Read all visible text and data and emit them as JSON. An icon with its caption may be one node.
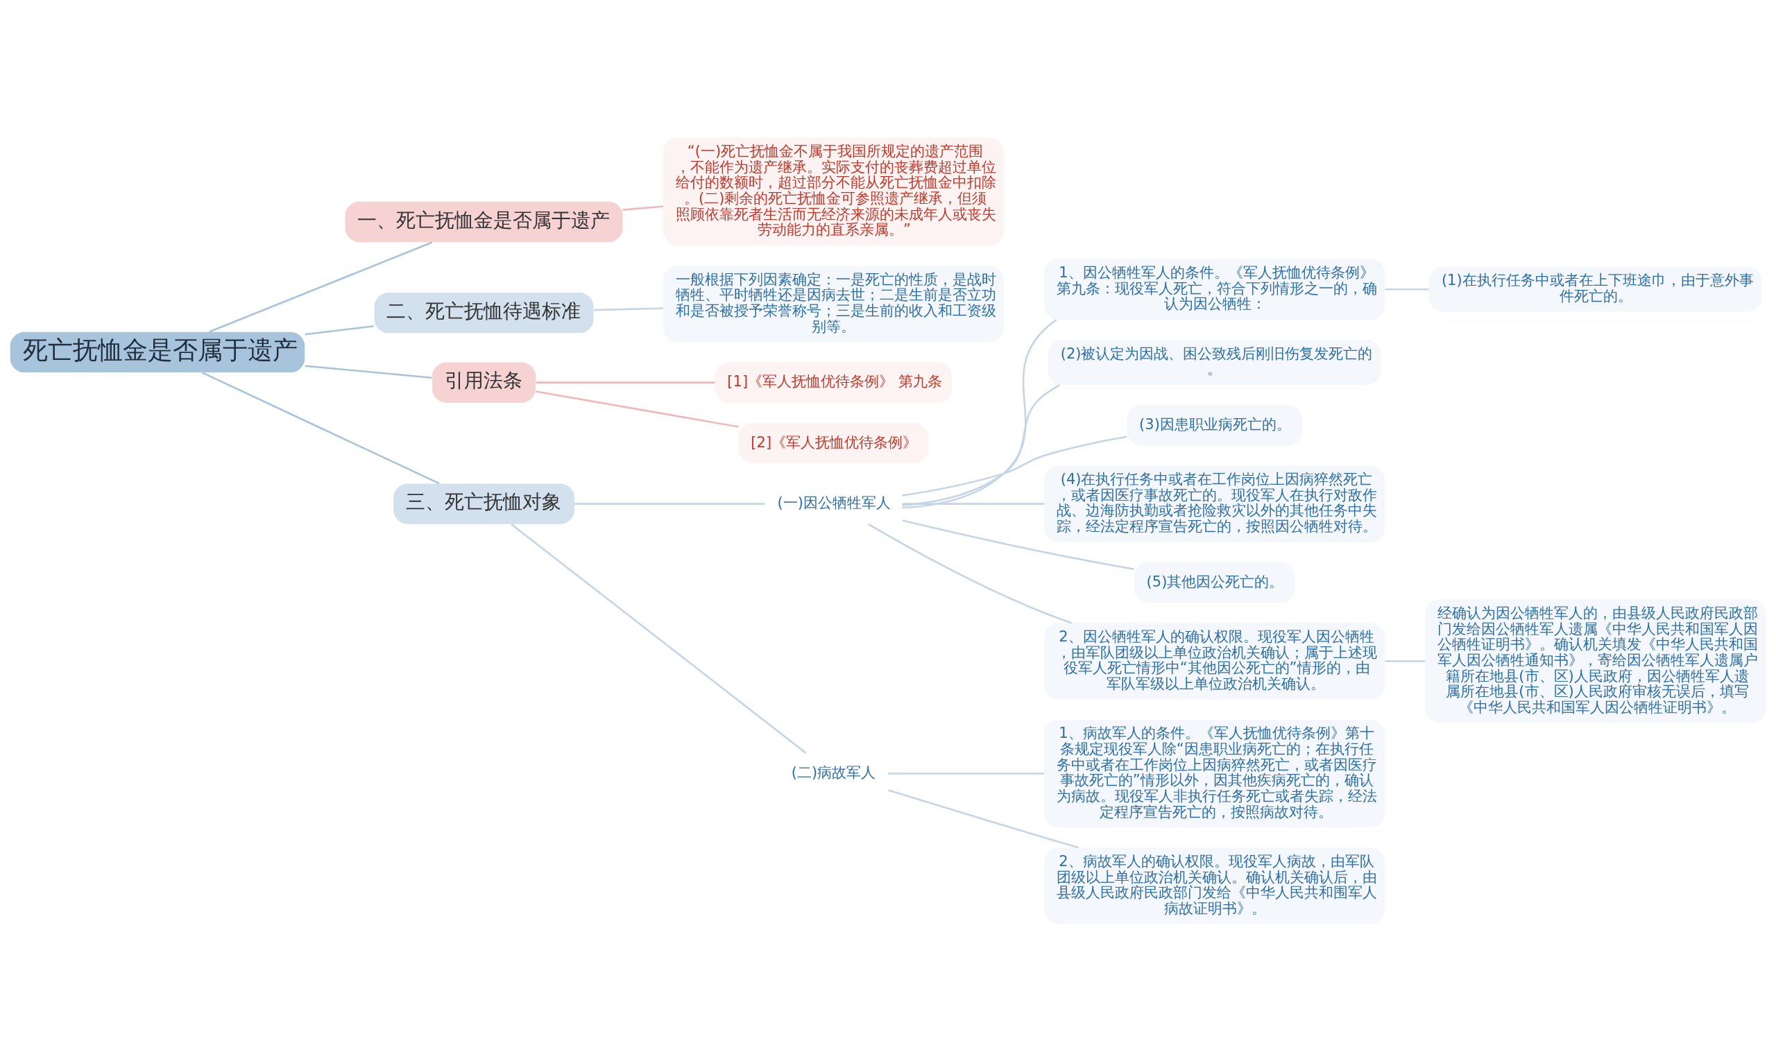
{
  "diagram": {
    "nodes": [
      {
        "text": [
          "死亡抚恤金是否属于遗产"
        ]
      },
      {
        "text": [
          "一、死亡抚恤金是否属于遗产"
        ]
      },
      {
        "text": [
          "“(一)死亡抚恤金不属于我国所规定的遗产范围，不能作为遗产继承。实际支付的丧葬费超过单位给付的数额时，超过部分不能从死亡抚恤金中扣除。(二)剩余的死亡抚恤金可参照遗产继承，但须照顾依靠死者生活而无经济来源的未成年人或丧失劳动能力的直系亲属。”"
        ]
      },
      {
        "text": [
          "二、死亡抚恤待遇标准"
        ]
      },
      {
        "text": [
          "一般根据下列因素确定：一是死亡的性质，是战时牺牲、平时牺牲还是因病去世；二是生前是否立功和是否被授予荣誉称号；三是生前的收入和工资级别等。"
        ]
      },
      {
        "text": [
          "引用法条"
        ]
      },
      {
        "text": [
          "[1]《军人抚恤优待条例》 第九条"
        ]
      },
      {
        "text": [
          "[2]《军人抚恤优待条例》"
        ]
      },
      {
        "text": [
          "三、死亡抚恤对象"
        ]
      },
      {
        "text": [
          "(一)因公牺牲军人"
        ]
      },
      {
        "text": [
          "1、因公牺牲军人的条件。《军人抚恤优待条例》第九条：现役军人死亡，符合下列情形之一的，确认为因公牺牲："
        ]
      },
      {
        "text": [
          "(1)在执行任务中或者在上下班途巾，由于意外事件死亡的。"
        ]
      },
      {
        "text": [
          "(2)被认定为因战、困公致残后刚旧伤复发死亡的。"
        ]
      },
      {
        "text": [
          "(3)因患职业病死亡的。"
        ]
      },
      {
        "text": [
          "(4)在执行任务中或者在工作岗位上因病猝然死亡，或者因医疗事故死亡的。现役军人在执行对敌作战、边海防执勤或者抢险救灾以外的其他任务中失踪，经法定程序宣告死亡的，按照因公牺牲对待。"
        ]
      },
      {
        "text": [
          "(5)其他因公死亡的。"
        ]
      },
      {
        "text": [
          "2、因公牺牲军人的确认权限。现役军人因公牺牲，由军队团级以上单位政治机关确认；属于上述现役军人死亡情形中“其他因公死亡的”情形的，由军队军级以上单位政治机关确认。"
        ]
      },
      {
        "text": [
          "经确认为因公牺牲军人的，由县级人民政府民政部门发给因公牺牲军人遗属《中华人民共和国军人因公牺牲证明书》。确认机关填发《中华人民共和国军人因公牺牲通知书》，寄给因公牺牲军人遗属户籍所在地县(市、区)人民政府，因公牺牲军人遗属所在地县(市、区)人民政府审核无误后，填写《中华人民共和国军人因公牺牲证明书》。"
        ]
      },
      {
        "text": [
          "(二)病故军人"
        ]
      },
      {
        "text": [
          "1、病故军人的条件。《军人抚恤优待条例》第十条规定现役军人除“因患职业病死亡的；在执行任务中或者在工作岗位上因病猝然死亡，或者因医疗事故死亡的”情形以外，因其他疾病死亡的，确认为病故。现役军人非执行任务死亡或者失踪，经法定程序宣告死亡的，按照病故对待。"
        ]
      },
      {
        "text": [
          "2、病故军人的确认权限。现役军人病故，由军队团级以上单位政治机关确认。确认机关确认后，由县级人民政府民政部门发给《中华人民共和围军人病故证明书》。"
        ]
      }
    ],
    "edges": [
      {
        "from": 0,
        "to": 1,
        "arrow": "none"
      },
      {
        "from": 1,
        "to": 2,
        "arrow": "none"
      },
      {
        "from": 0,
        "to": 3,
        "arrow": "none"
      },
      {
        "from": 3,
        "to": 4,
        "arrow": "none"
      },
      {
        "from": 0,
        "to": 5,
        "arrow": "none"
      },
      {
        "from": 5,
        "to": 6,
        "arrow": "none"
      },
      {
        "from": 5,
        "to": 7,
        "arrow": "none"
      },
      {
        "from": 0,
        "to": 8,
        "arrow": "none"
      },
      {
        "from": 8,
        "to": 9,
        "arrow": "none"
      },
      {
        "from": 9,
        "to": 10,
        "arrow": "none"
      },
      {
        "from": 10,
        "to": 11,
        "arrow": "none"
      },
      {
        "from": 9,
        "to": 12,
        "arrow": "none"
      },
      {
        "from": 9,
        "to": 13,
        "arrow": "none"
      },
      {
        "from": 9,
        "to": 14,
        "arrow": "none"
      },
      {
        "from": 9,
        "to": 15,
        "arrow": "none"
      },
      {
        "from": 9,
        "to": 16,
        "arrow": "none"
      },
      {
        "from": 16,
        "to": 17,
        "arrow": "none"
      },
      {
        "from": 8,
        "to": 18,
        "arrow": "none"
      },
      {
        "from": 18,
        "to": 19,
        "arrow": "none"
      },
      {
        "from": 18,
        "to": 20,
        "arrow": "none"
      }
    ]
  }
}
